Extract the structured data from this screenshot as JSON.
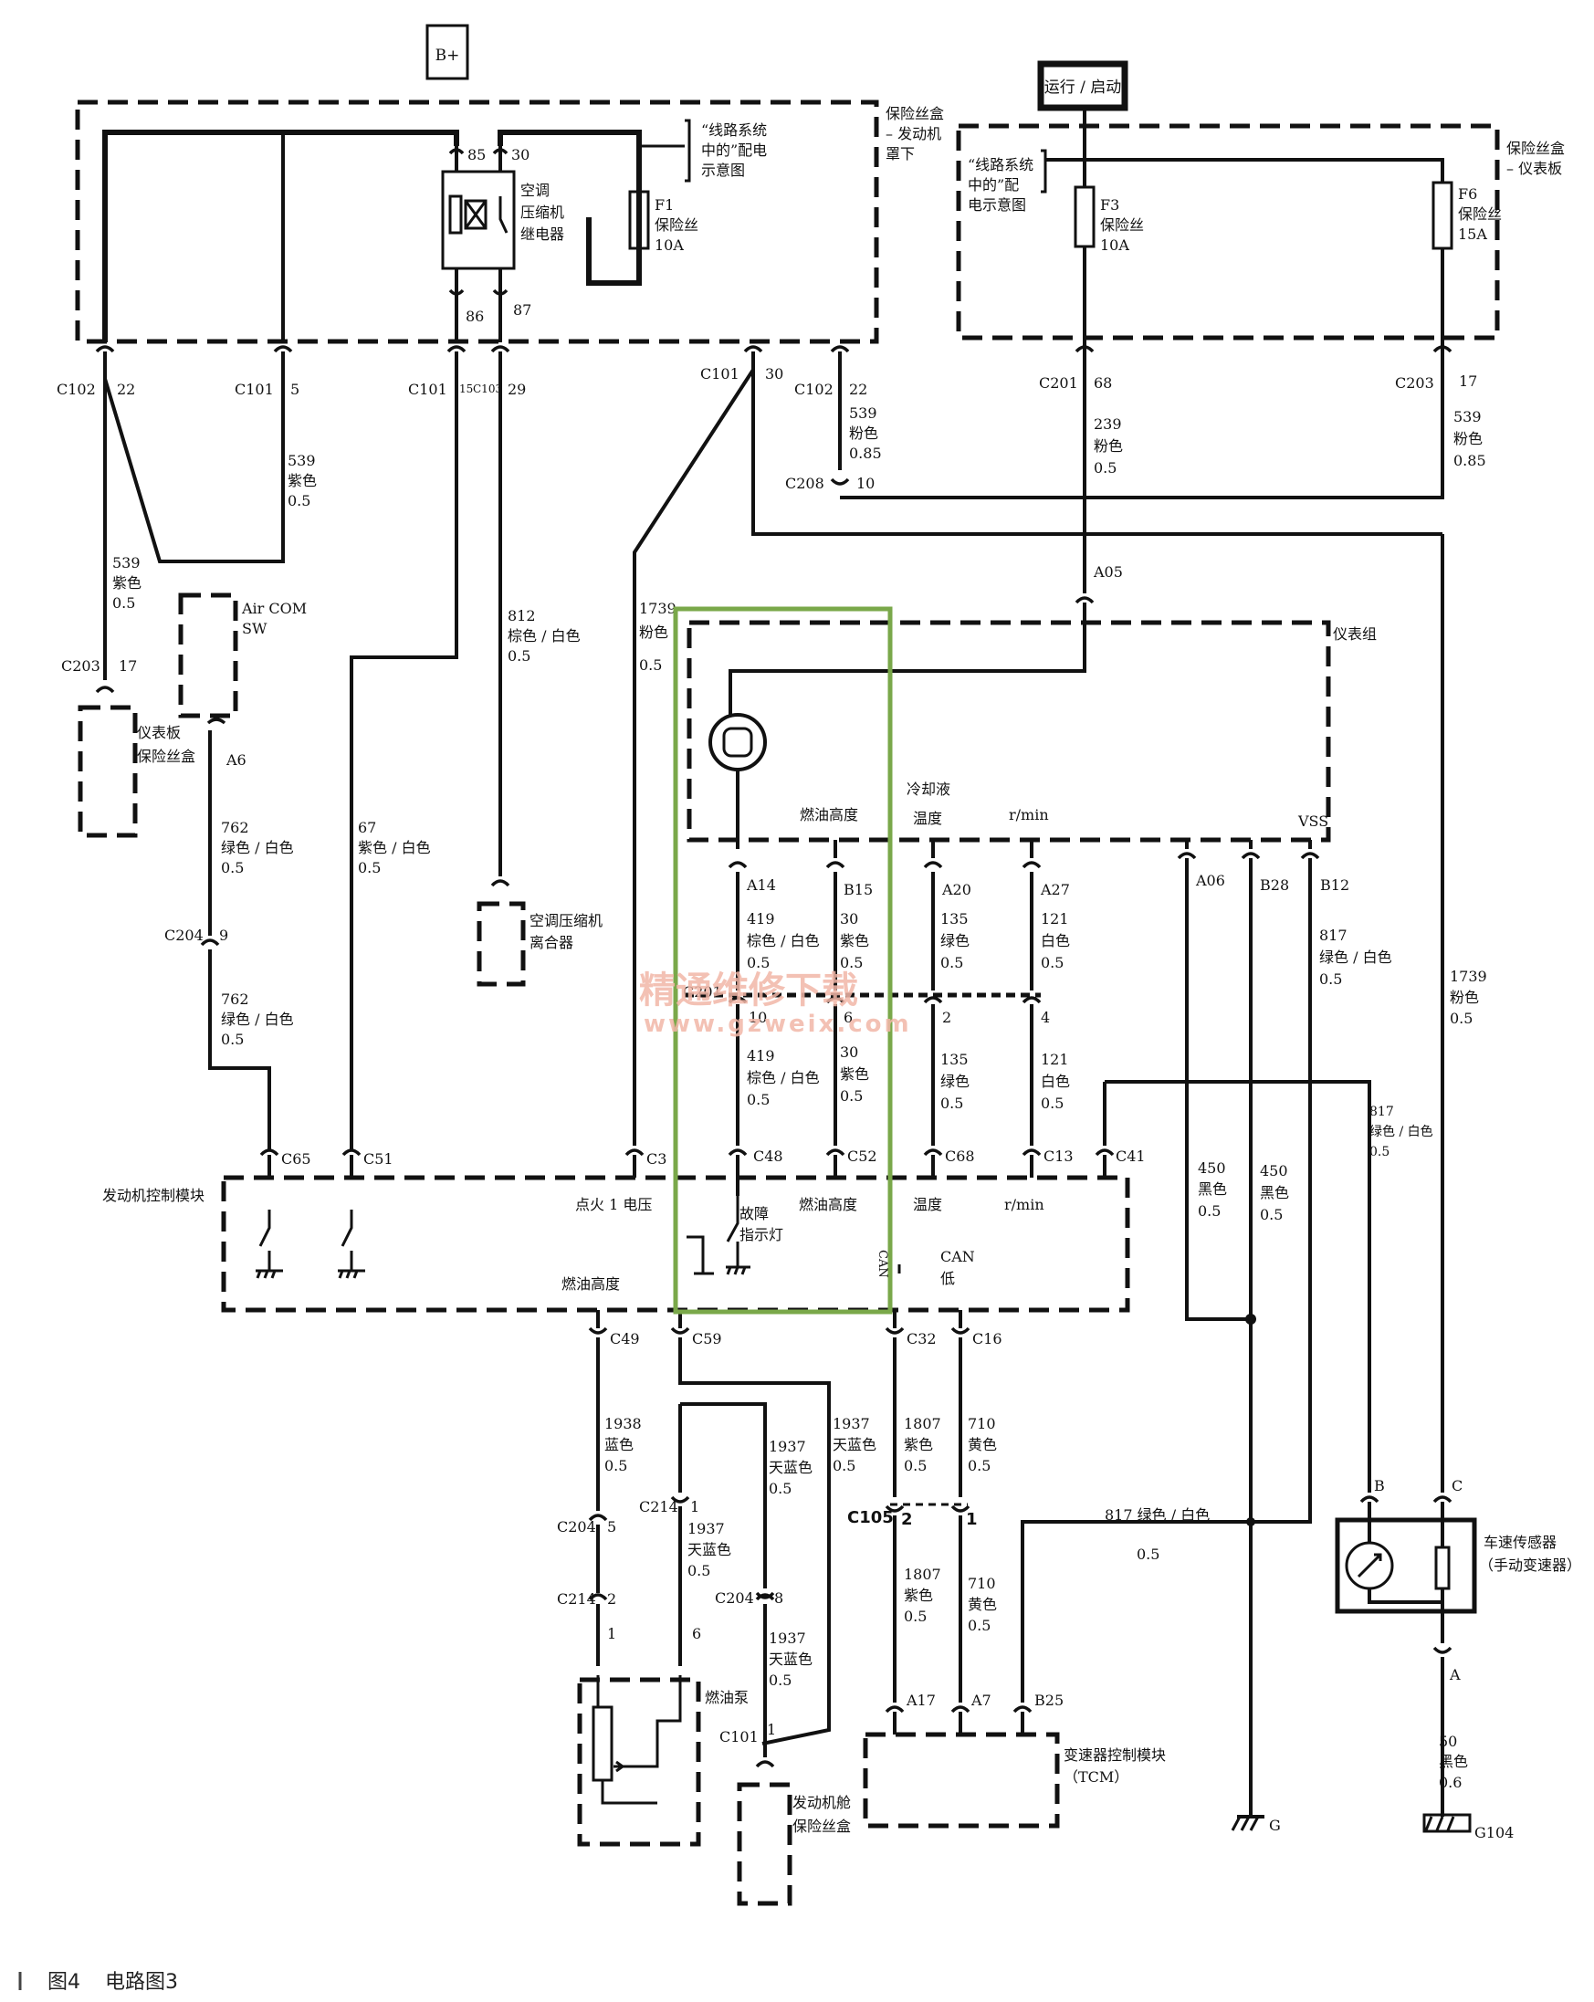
{
  "caption": {
    "figure": "图4",
    "title": "电路图3"
  },
  "power": {
    "bplus": "B+",
    "run_start": "运行 / 启动"
  },
  "watermark": {
    "line1": "精通维修下载",
    "line2": "www.gzweix.com"
  },
  "fusebox_engine": {
    "title_lines": [
      "保险丝盒",
      "– 发动机",
      "罩下"
    ],
    "ref_lines": [
      "“线路系统",
      "中的”配电",
      "示意图"
    ],
    "relay_lines": [
      "空调",
      "压缩机",
      "继电器"
    ],
    "relay_pins": [
      "85",
      "30",
      "86",
      "87"
    ],
    "f1_lines": [
      "F1",
      "保险丝",
      "10A"
    ]
  },
  "fusebox_panel": {
    "title_lines": [
      "保险丝盒",
      "– 仪表板"
    ],
    "ref_lines": [
      "“线路系统",
      "中的”配",
      "电示意图"
    ],
    "f3_lines": [
      "F3",
      "保险丝",
      "10A"
    ],
    "f6_lines": [
      "F6",
      "保险丝",
      "15A"
    ]
  },
  "connectors": {
    "c102_22": [
      "C102",
      "22"
    ],
    "c101_5": [
      "C101",
      "5"
    ],
    "c101_15": [
      "C101",
      "15"
    ],
    "c103_29": [
      "C103",
      "29"
    ],
    "c101_30": [
      "C101",
      "30"
    ],
    "c102_22b": [
      "C102",
      "22"
    ],
    "c201_68": [
      "C201",
      "68"
    ],
    "c203_17": [
      "C203",
      "17"
    ],
    "c208_10": [
      "C208",
      "10"
    ],
    "a05": "A05",
    "c203_17b": [
      "C203",
      "17"
    ],
    "a6": "A6",
    "c204_9": [
      "C204",
      "9"
    ],
    "c201": "C201",
    "c201_10": "10",
    "c201_6": "6",
    "c201_2": "2",
    "c201_4": "4",
    "a14": "A14",
    "b15": "B15",
    "a20": "A20",
    "a27": "A27",
    "a06": "A06",
    "b28": "B28",
    "b12": "B12",
    "c65": "C65",
    "c51": "C51",
    "c3": "C3",
    "c48": "C48",
    "c52": "C52",
    "c68": "C68",
    "c13": "C13",
    "c41": "C41",
    "c49": "C49",
    "c59": "C59",
    "c32": "C32",
    "c16": "C16",
    "c204_5": [
      "C204",
      "5"
    ],
    "c214_2": [
      "C214",
      "2"
    ],
    "c214_1": [
      "C214",
      "1"
    ],
    "c204_8": [
      "C204",
      "8"
    ],
    "c105": "C105",
    "c105_2": "2",
    "c105_1": "1",
    "pump_1": "1",
    "pump_6": "6",
    "c101_1": [
      "C101",
      "1"
    ],
    "a17": "A17",
    "a7": "A7",
    "b25": "B25",
    "sensor_b": "B",
    "sensor_c": "C",
    "sensor_a": "A"
  },
  "wires": {
    "w539a": [
      "539",
      "紫色",
      "0.5"
    ],
    "w539b": [
      "539",
      "紫色",
      "0.5"
    ],
    "w812": [
      "812",
      "棕色 / 白色",
      "0.5"
    ],
    "w67": [
      "67",
      "紫色 / 白色",
      "0.5"
    ],
    "w762a": [
      "762",
      "绿色 / 白色",
      "0.5"
    ],
    "w762b": [
      "762",
      "绿色 / 白色",
      "0.5"
    ],
    "w1739a": [
      "1739",
      "粉色",
      "0.5"
    ],
    "w1739b": [
      "1739",
      "粉色",
      "0.5"
    ],
    "w539c": [
      "539",
      "粉色",
      "0.85"
    ],
    "w239": [
      "239",
      "粉色",
      "0.5"
    ],
    "w539d": [
      "539",
      "粉色",
      "0.85"
    ],
    "w419a": [
      "419",
      "棕色 / 白色",
      "0.5"
    ],
    "w419b": [
      "419",
      "棕色 / 白色",
      "0.5"
    ],
    "w30a": [
      "30",
      "紫色",
      "0.5"
    ],
    "w30b": [
      "30",
      "紫色",
      "0.5"
    ],
    "w135a": [
      "135",
      "绿色",
      "0.5"
    ],
    "w135b": [
      "135",
      "绿色",
      "0.5"
    ],
    "w121a": [
      "121",
      "白色",
      "0.5"
    ],
    "w121b": [
      "121",
      "白色",
      "0.5"
    ],
    "w817a": [
      "817",
      "绿色 / 白色",
      "0.5"
    ],
    "w817b": [
      "817",
      "绿色 / 白色",
      "0.5"
    ],
    "w817c": [
      "817 绿色 / 白色",
      "0.5"
    ],
    "w450a": [
      "450",
      "黑色",
      "0.5"
    ],
    "w450b": [
      "450",
      "黑色",
      "0.5"
    ],
    "w1938": [
      "1938",
      "蓝色",
      "0.5"
    ],
    "w1937a": [
      "1937",
      "天蓝色",
      "0.5"
    ],
    "w1937b": [
      "1937",
      "天蓝色",
      "0.5"
    ],
    "w1937c": [
      "1937",
      "天蓝色",
      "0.5"
    ],
    "w1937d": [
      "1937",
      "天蓝色",
      "0.5"
    ],
    "w1807a": [
      "1807",
      "紫色",
      "0.5"
    ],
    "w1807b": [
      "1807",
      "紫色",
      "0.5"
    ],
    "w710a": [
      "710",
      "黄色",
      "0.5"
    ],
    "w710b": [
      "710",
      "黄色",
      "0.5"
    ],
    "w50": [
      "50",
      "黑色",
      "0.6"
    ]
  },
  "components": {
    "dash_fusebox": [
      "仪表板",
      "保险丝盒"
    ],
    "aircom": [
      "Air COM",
      "SW"
    ],
    "clutch": [
      "空调压缩机",
      "离合器"
    ],
    "cluster": "仪表组",
    "cluster_fuel": "燃油高度",
    "cluster_coolant": [
      "冷却液",
      "温度"
    ],
    "cluster_rpm": "r/min",
    "cluster_vss": "VSS",
    "ecm": "发动机控制模块",
    "ecm_ign": "点火 1 电压",
    "ecm_fault": [
      "故障",
      "指示灯"
    ],
    "ecm_fuel": "燃油高度",
    "ecm_temp": "温度",
    "ecm_rpm": "r/min",
    "ecm_fuel2": "燃油高度",
    "ecm_can_hi": "CAN",
    "ecm_can_lo": [
      "CAN",
      "低"
    ],
    "fuel_pump": "燃油泵",
    "engine_fusebox": [
      "发动机舱",
      "保险丝盒"
    ],
    "tcm": [
      "变速器控制模块",
      "（TCM）"
    ],
    "speed_sensor": [
      "车速传感器",
      "（手动变速器）"
    ],
    "ground_g": "G",
    "ground_g104": "G104"
  }
}
